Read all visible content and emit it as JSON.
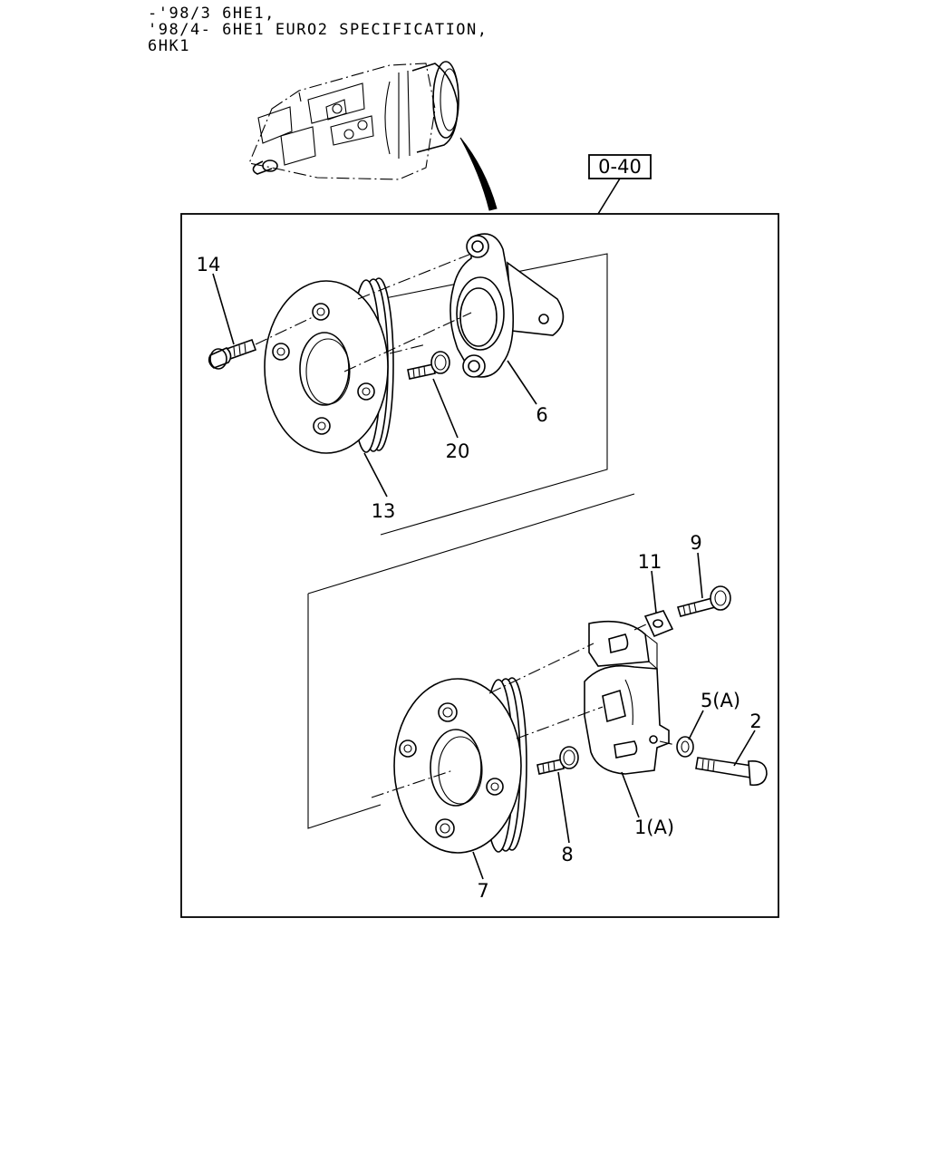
{
  "header": {
    "lines": [
      "-'98/3 6HE1,",
      "'98/4- 6HE1 EURO2 SPECIFICATION,",
      "6HK1"
    ]
  },
  "reference_box": {
    "label": "0-40"
  },
  "callouts": [
    {
      "id": "14",
      "label": "14"
    },
    {
      "id": "6",
      "label": "6"
    },
    {
      "id": "20",
      "label": "20"
    },
    {
      "id": "13",
      "label": "13"
    },
    {
      "id": "9",
      "label": "9"
    },
    {
      "id": "11",
      "label": "11"
    },
    {
      "id": "5a",
      "label": "5(A)"
    },
    {
      "id": "2",
      "label": "2"
    },
    {
      "id": "1a",
      "label": "1(A)"
    },
    {
      "id": "8",
      "label": "8"
    },
    {
      "id": "7",
      "label": "7"
    }
  ]
}
